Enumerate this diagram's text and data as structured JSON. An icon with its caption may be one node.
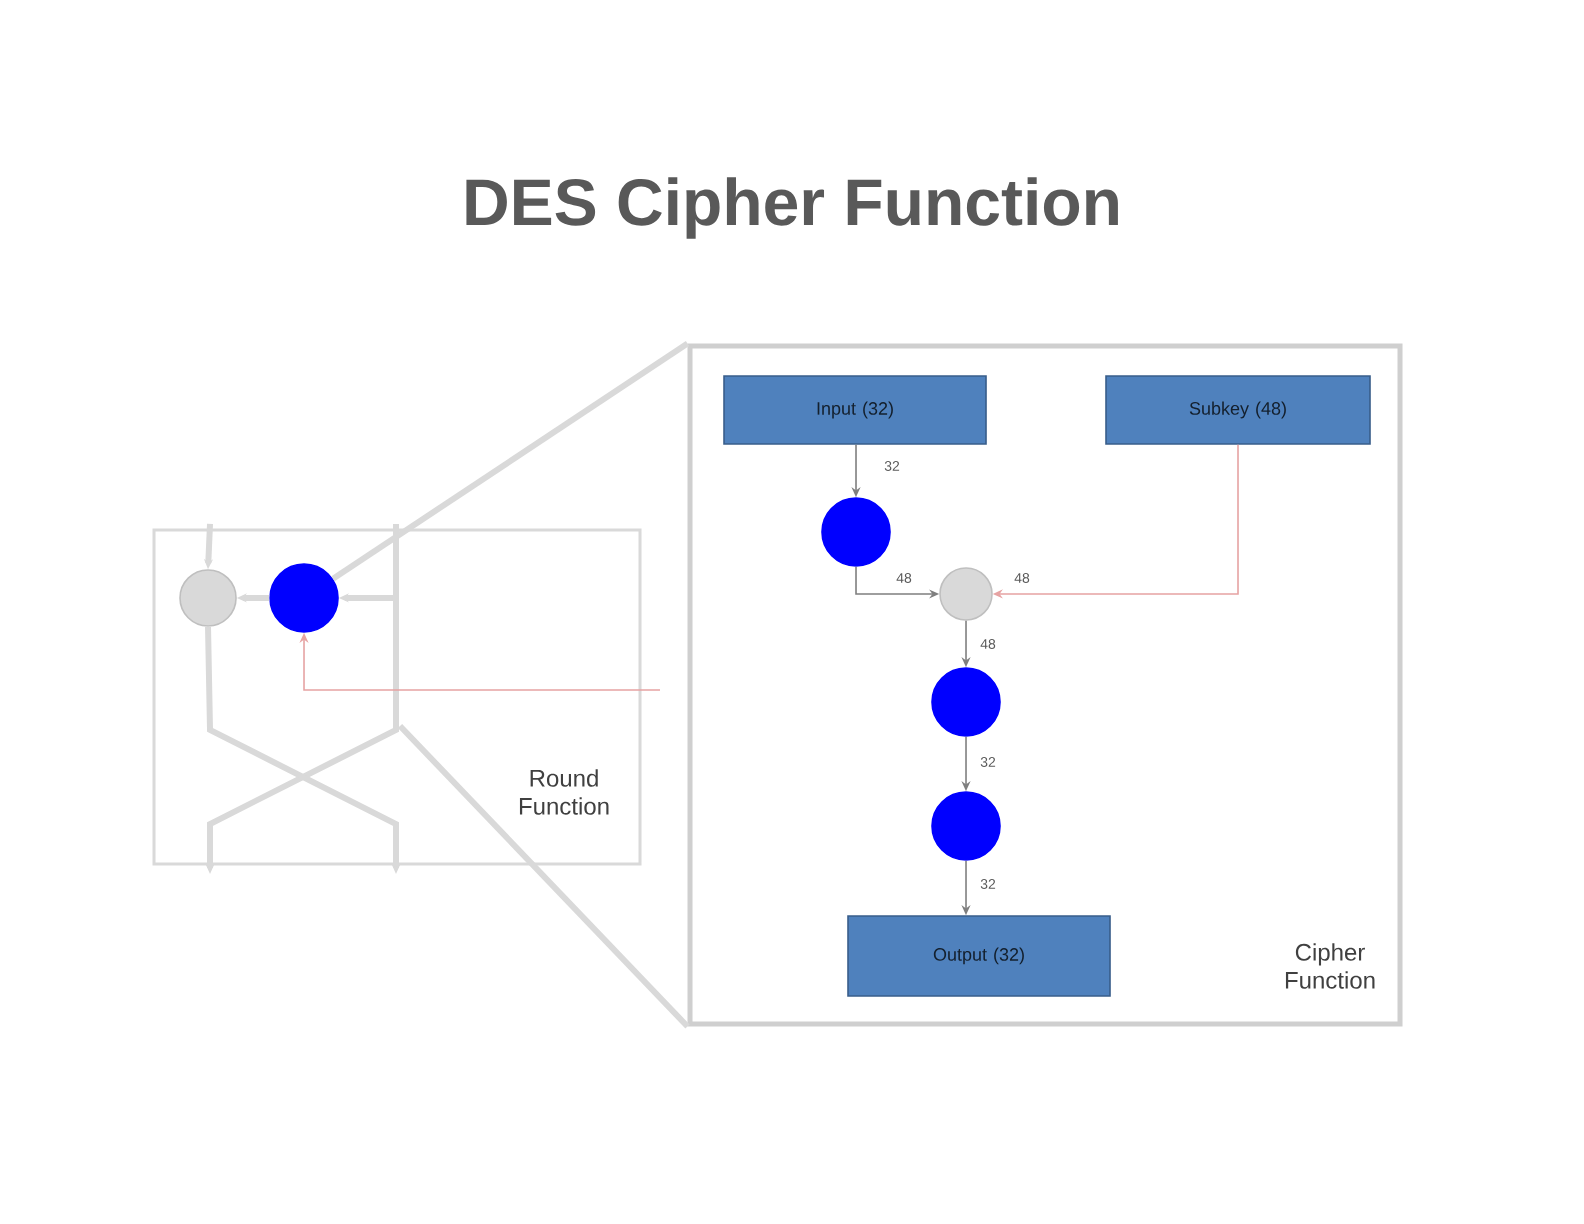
{
  "diagram": {
    "title": "DES Cipher Function",
    "nodes": [
      {
        "text": [
          "Round Function"
        ]
      },
      {
        "text": [],
        "shape": "circle",
        "in": 0
      },
      {
        "text": [],
        "shape": "circle",
        "in": 0
      },
      {
        "text": [
          "Cipher Function"
        ]
      },
      {
        "text": [
          "Input (32)"
        ],
        "in": 3
      },
      {
        "text": [
          "Subkey (48)"
        ],
        "in": 3
      },
      {
        "text": [],
        "shape": "circle",
        "in": 3
      },
      {
        "text": [],
        "shape": "circle",
        "in": 3
      },
      {
        "text": [],
        "shape": "circle",
        "in": 3
      },
      {
        "text": [],
        "shape": "circle",
        "in": 3
      },
      {
        "text": [
          "Output (32)"
        ],
        "in": 3
      }
    ],
    "edges": [
      {
        "from": null,
        "to": 1,
        "arrow": "to",
        "style": "thick",
        "color": "#d9d9d9"
      },
      {
        "from": 2,
        "to": 1,
        "arrow": "to",
        "style": "thick",
        "color": "#d9d9d9"
      },
      {
        "from": null,
        "to": 2,
        "arrow": "to",
        "style": "thick",
        "color": "#d9d9d9"
      },
      {
        "from": null,
        "to": 2,
        "arrow": "to",
        "color": "#e6a3a3"
      },
      {
        "from": 1,
        "to": null,
        "arrow": "to",
        "style": "thick",
        "color": "#d9d9d9"
      },
      {
        "from": 4,
        "to": 6,
        "arrow": "to",
        "label": "32"
      },
      {
        "from": 6,
        "to": 7,
        "arrow": "to",
        "label": "48"
      },
      {
        "from": 5,
        "to": 7,
        "arrow": "to",
        "label": "48",
        "color": "#e6a3a3"
      },
      {
        "from": 7,
        "to": 8,
        "arrow": "to",
        "label": "48"
      },
      {
        "from": 8,
        "to": 9,
        "arrow": "to",
        "label": "32"
      },
      {
        "from": 9,
        "to": 10,
        "arrow": "to",
        "label": "32"
      },
      {
        "from": 2,
        "to": 3,
        "arrow": "none",
        "style": "thick",
        "color": "#d9d9d9"
      },
      {
        "from": null,
        "to": 3,
        "arrow": "none",
        "style": "thick",
        "color": "#d9d9d9"
      }
    ]
  }
}
